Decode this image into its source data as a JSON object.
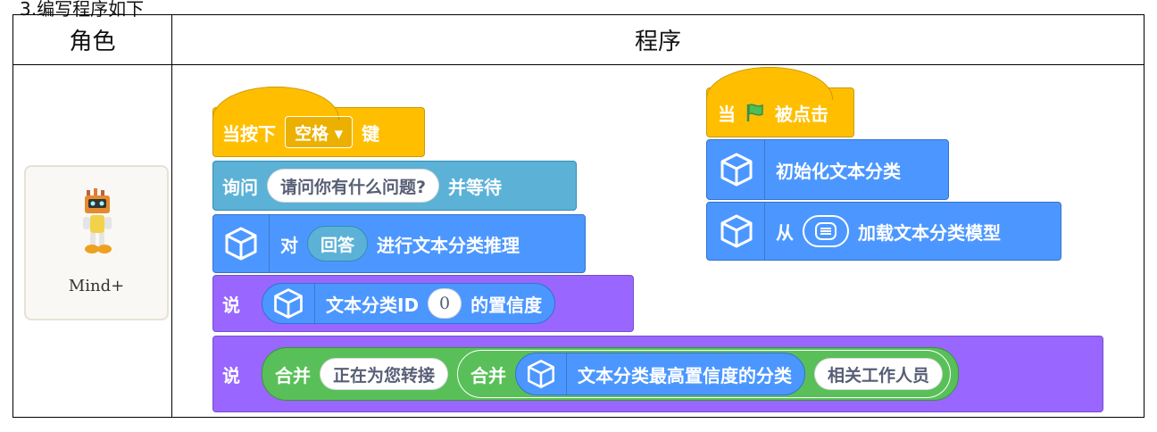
{
  "caption": "3.编写程序如下",
  "table": {
    "header_role": "角色",
    "header_program": "程序"
  },
  "sprite": {
    "name": "Mind+"
  },
  "blocks": {
    "when_key": {
      "prefix": "当按下",
      "key": "空格 ▾",
      "suffix": "键"
    },
    "ask": {
      "prefix": "询问",
      "question": "请问你有什么问题?",
      "suffix": "并等待"
    },
    "classify": {
      "prefix": "对",
      "answer": "回答",
      "suffix": "进行文本分类推理"
    },
    "say_conf": {
      "say": "说",
      "label": "文本分类ID",
      "id_value": "0",
      "suffix": "的置信度"
    },
    "say_join": {
      "say": "说",
      "join1": "合并",
      "text1": "正在为您转接",
      "join2": "合并",
      "reporter": "文本分类最高置信度的分类",
      "text2": "相关工作人员"
    },
    "when_flag": {
      "prefix": "当",
      "suffix": "被点击"
    },
    "init": {
      "label": "初始化文本分类"
    },
    "load": {
      "prefix": "从",
      "suffix": "加载文本分类模型"
    }
  },
  "colors": {
    "events": "#ffbf00",
    "sensing": "#5cb1d6",
    "extension": "#4c97ff",
    "looks": "#9966ff",
    "operators": "#59c059",
    "flag": "#4cbf56"
  },
  "icons": [
    "cube-icon",
    "green-flag-icon",
    "list-icon",
    "robot-sprite"
  ]
}
